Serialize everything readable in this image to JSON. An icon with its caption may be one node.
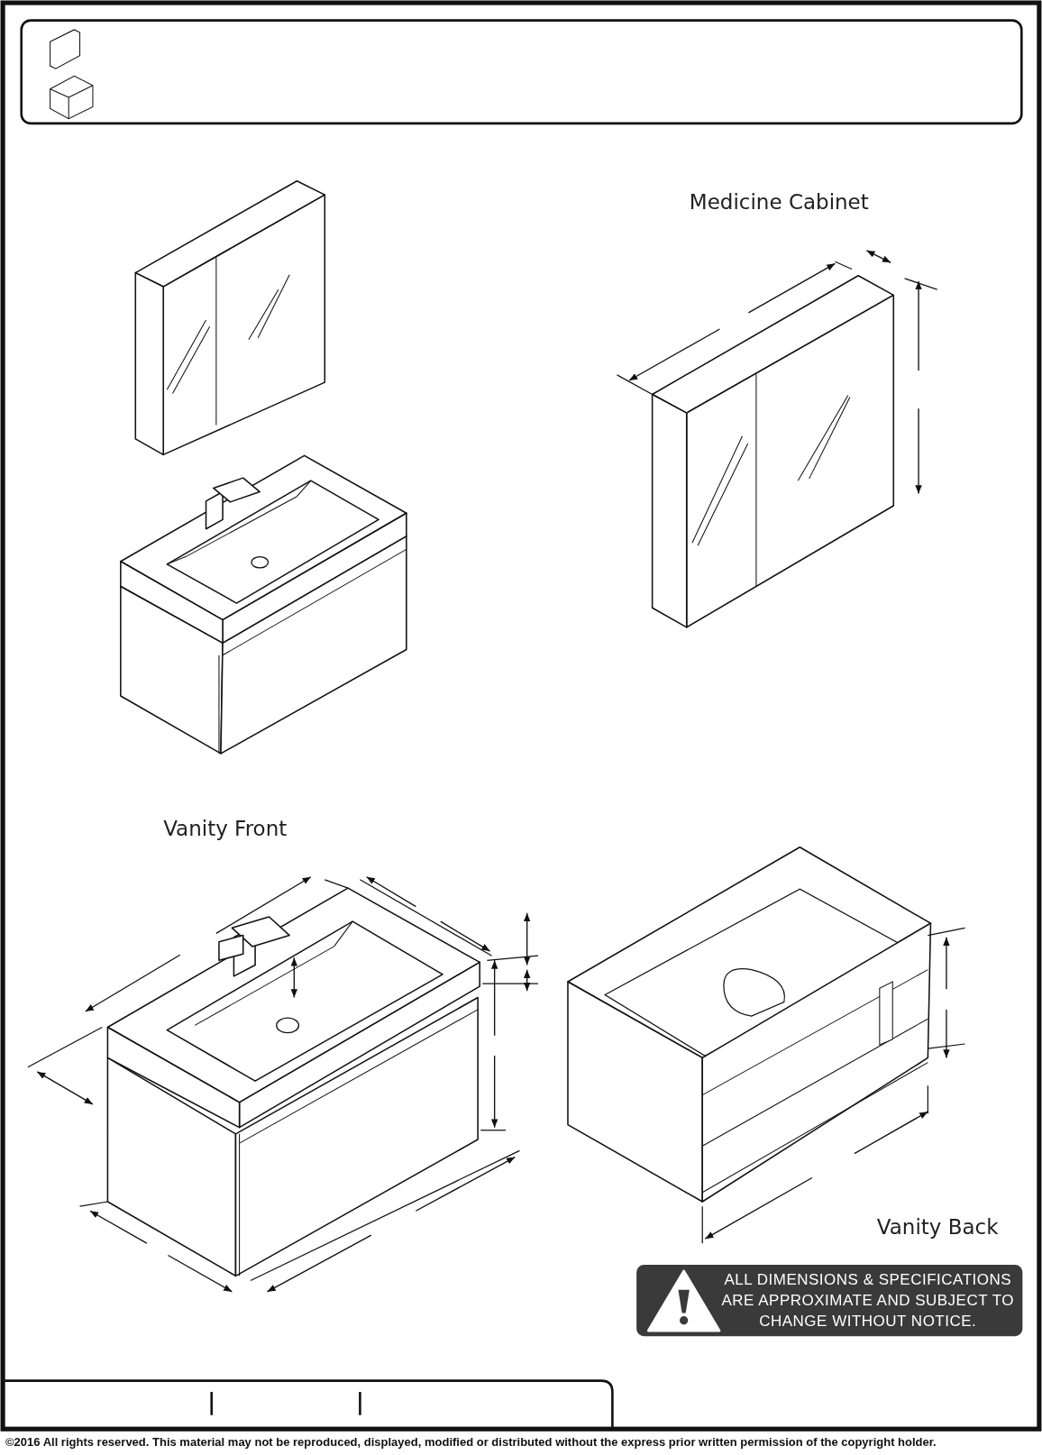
{
  "diagram": {
    "labels": [
      "Medicine Cabinet",
      "Vanity Front",
      "Vanity Back",
      "ALL DIMENSIONS & SPECIFICATIONS ARE APPROXIMATE AND SUBJECT TO CHANGE WITHOUT NOTICE.",
      "©2016 All rights reserved. This material may not be reproduced, displayed, modified or distributed without the express prior written permission of the copyright holder."
    ]
  }
}
